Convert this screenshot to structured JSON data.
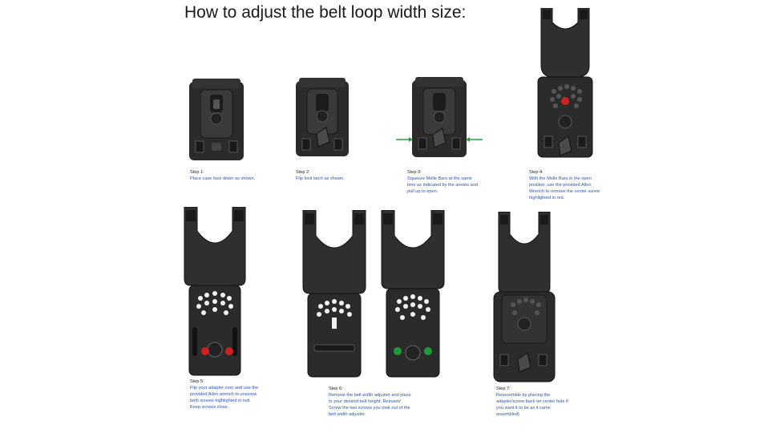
{
  "title": "How to adjust the belt loop width size:",
  "steps": [
    {
      "label": "Step 1:",
      "text": "Place case face down as shown."
    },
    {
      "label": "Step 2:",
      "text": "Flip lock latch as shown."
    },
    {
      "label": "Step 3:",
      "text": "Squeeze Molle Bars at the same time as indicated by the arrows and pull  up to open."
    },
    {
      "label": "Step 4:",
      "text": "With the Molle Bars in the open position, use the provided Allen Wrench to remove the center screw highlighted in red."
    },
    {
      "label": "Step 5:",
      "text": "Flip your adapter over and use the provided Allen wrench to unscrew both screws highlighted in red. Keep screws close."
    },
    {
      "label": "Step 6:",
      "text": "Remove the belt width adjuster and place to your desired belt height. Reinsert/ Screw the two screws you took out of the belt width adjuster."
    },
    {
      "label": "Step 7:",
      "text": "Reassemble by placing the adapter/screw back on center hole if you want it to be as it came assembled)"
    }
  ],
  "colors": {
    "text": "#2a56b8",
    "screw_red": "#d0201e",
    "screw_green": "#1f9a3a",
    "arrow_green": "#2e9e4a",
    "part": "#2a2a2a"
  }
}
